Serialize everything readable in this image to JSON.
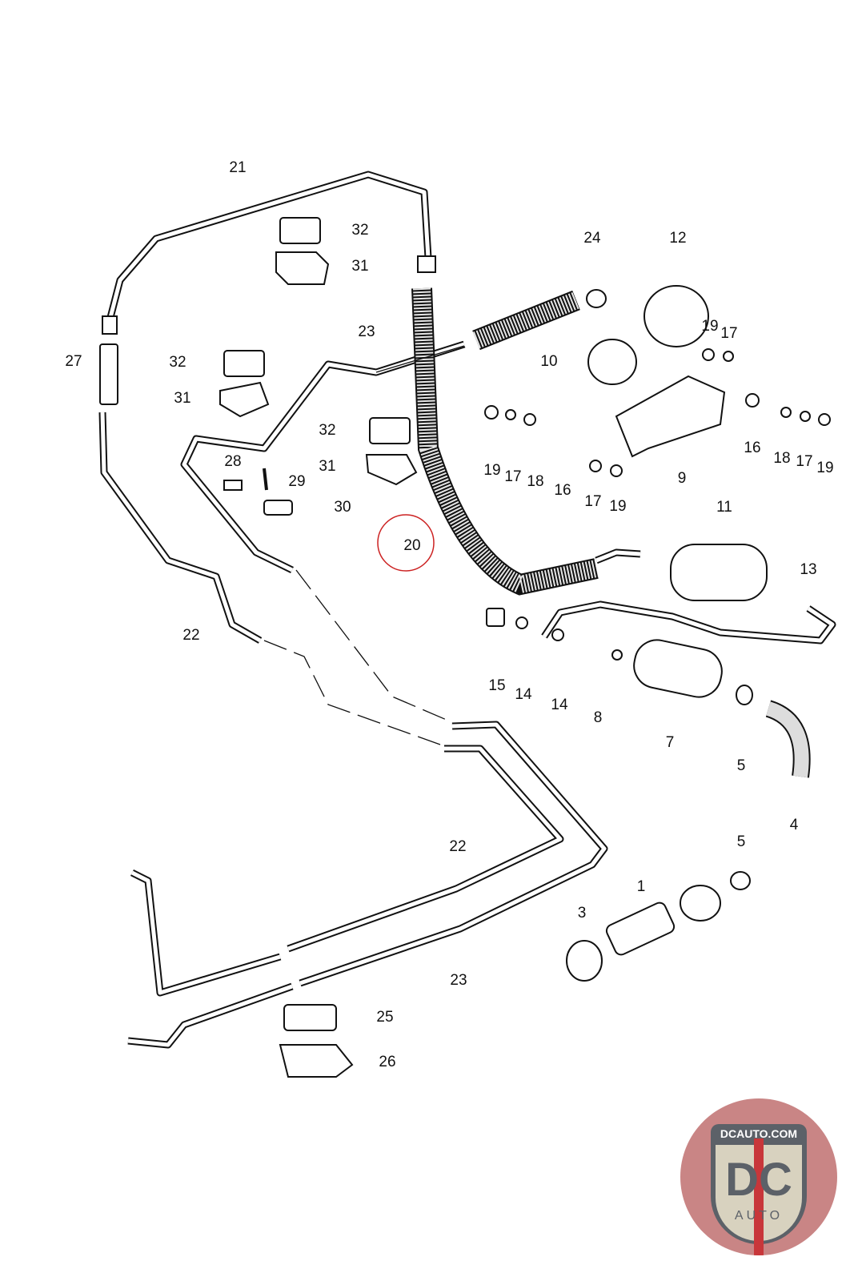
{
  "diagram": {
    "callouts": [
      "21",
      "32",
      "31",
      "24",
      "12",
      "23",
      "19",
      "17",
      "10",
      "27",
      "32",
      "31",
      "19",
      "17",
      "18",
      "16",
      "16",
      "18",
      "17",
      "19",
      "9",
      "17",
      "19",
      "32",
      "31",
      "28",
      "29",
      "30",
      "20",
      "11",
      "13",
      "22",
      "15",
      "14",
      "14",
      "8",
      "7",
      "5",
      "4",
      "5",
      "1",
      "3",
      "22",
      "23",
      "25",
      "26"
    ],
    "highlighted_callout": "20",
    "highlight_color": "#cc2222"
  },
  "logo": {
    "url_text": "DCAUTO.COM",
    "mark": "DC",
    "sub": "AUTO",
    "colors": {
      "ring": "#c98585",
      "shield": "#d8d2bf",
      "letters": "#5c6168",
      "stripe": "#c8363a"
    }
  }
}
